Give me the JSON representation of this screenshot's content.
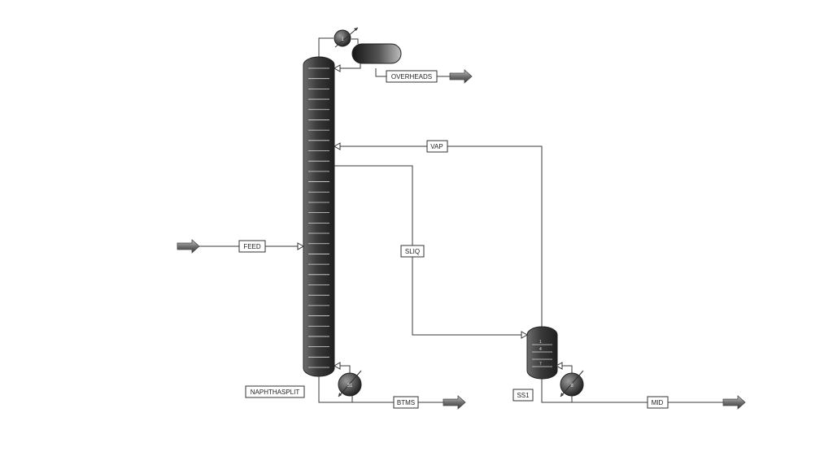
{
  "streams": {
    "feed": "FEED",
    "overheads": "OVERHEADS",
    "vap": "VAP",
    "sliq": "SLIQ",
    "btms": "BTMS",
    "mid": "MID"
  },
  "blocks": {
    "main_column": "NAPHTHASPLIT",
    "side_stripper": "SS1"
  },
  "equipment": {
    "condenser_stage": "1",
    "reboiler_stage": "31",
    "side_reboiler_stage": "8"
  },
  "colors": {
    "pipe": "#3a3a3a",
    "vessel_dark": "#2a2a2a",
    "vessel_light": "#8c8c8c",
    "background": "#ffffff"
  }
}
